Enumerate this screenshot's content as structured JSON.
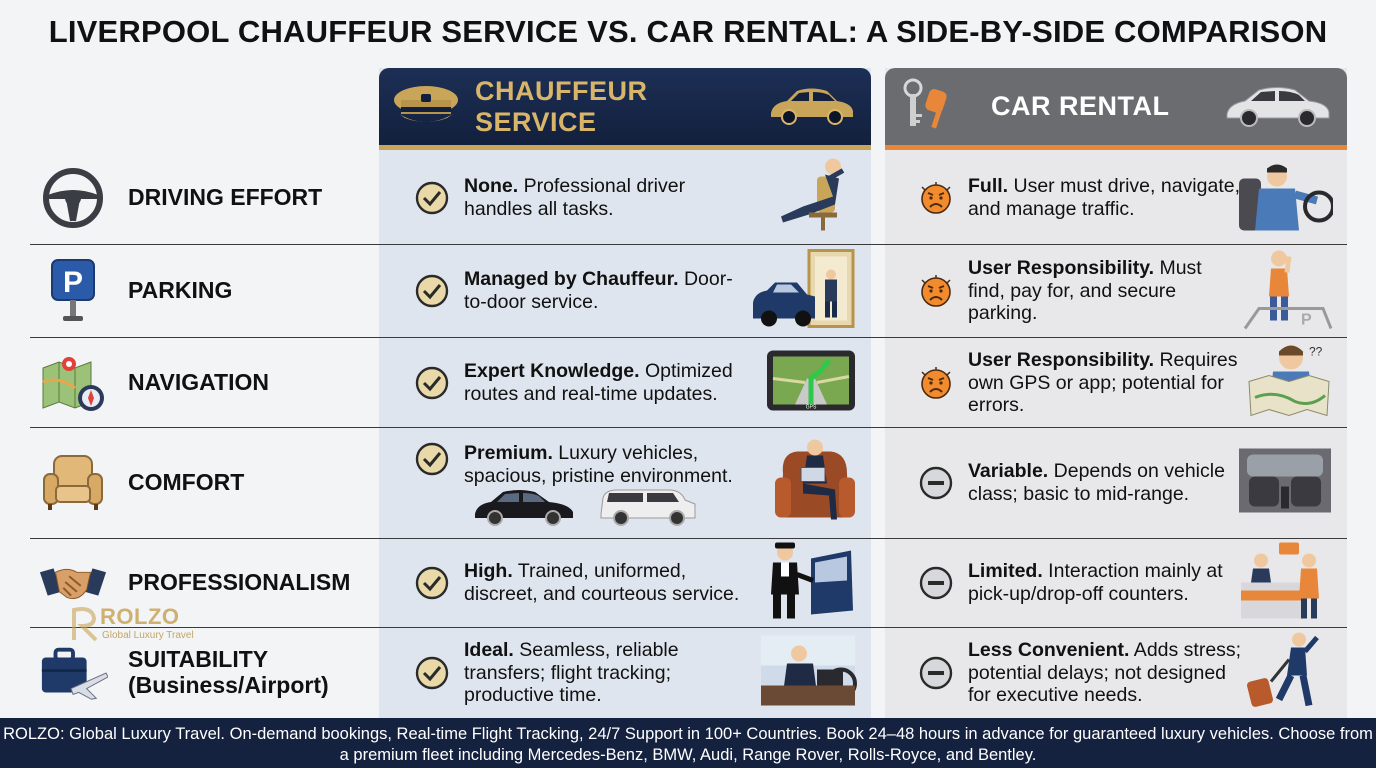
{
  "title": "LIVERPOOL CHAUFFEUR SERVICE VS. CAR RENTAL: A SIDE-BY-SIDE COMPARISON",
  "columns": {
    "chauffeur": {
      "label": "CHAUFFEUR SERVICE",
      "icon": "chauffeur-cap-icon",
      "accent": "#c9a55a"
    },
    "rental": {
      "label": "CAR RENTAL",
      "icon": "car-keys-icon",
      "accent": "#e8863a"
    }
  },
  "rows": [
    {
      "feature": "DRIVING EFFORT",
      "icon": "steering-wheel-icon",
      "chauffeur_bold": "None.",
      "chauffeur_text": " Professional driver handles all tasks.",
      "rental_bold": "Full.",
      "rental_text": " User must drive, navigate, and manage traffic.",
      "chauffeur_mark": "check",
      "rental_mark": "frown"
    },
    {
      "feature": "PARKING",
      "icon": "parking-sign-icon",
      "chauffeur_bold": "Managed by Chauffeur.",
      "chauffeur_text": " Door-to-door service.",
      "rental_bold": "User Responsibility.",
      "rental_text": " Must find, pay for, and secure parking.",
      "chauffeur_mark": "check",
      "rental_mark": "frown"
    },
    {
      "feature": "NAVIGATION",
      "icon": "map-compass-icon",
      "chauffeur_bold": "Expert Knowledge.",
      "chauffeur_text": " Optimized routes and real-time updates.",
      "rental_bold": "User Responsibility.",
      "rental_text": " Requires own GPS or app; potential for errors.",
      "chauffeur_mark": "check",
      "rental_mark": "frown"
    },
    {
      "feature": "COMFORT",
      "icon": "armchair-icon",
      "chauffeur_bold": "Premium.",
      "chauffeur_text": " Luxury vehicles, spacious, pristine environment.",
      "rental_bold": "Variable.",
      "rental_text": " Depends on vehicle class; basic to mid-range.",
      "chauffeur_mark": "check",
      "rental_mark": "minus"
    },
    {
      "feature": "PROFESSIONALISM",
      "icon": "handshake-icon",
      "chauffeur_bold": "High.",
      "chauffeur_text": " Trained, uniformed, discreet, and courteous service.",
      "rental_bold": "Limited.",
      "rental_text": " Interaction mainly at pick-up/drop-off counters.",
      "chauffeur_mark": "check",
      "rental_mark": "minus"
    },
    {
      "feature": "SUITABILITY",
      "feature_sub": "(Business/Airport)",
      "icon": "briefcase-plane-icon",
      "chauffeur_bold": "Ideal.",
      "chauffeur_text": " Seamless, reliable transfers; flight tracking; productive time.",
      "rental_bold": "Less Convenient.",
      "rental_text": " Adds stress; potential delays; not designed for executive needs.",
      "chauffeur_mark": "check",
      "rental_mark": "minus"
    }
  ],
  "watermark": {
    "brand": "ROLZO",
    "tagline": "Global Luxury Travel"
  },
  "footer": "ROLZO: Global Luxury Travel. On-demand bookings, Real-time Flight Tracking, 24/7 Support in 100+ Countries. Book 24–48 hours in advance for guaranteed luxury vehicles. Choose from a premium fleet including Mercedes-Benz, BMW, Audi, Range Rover, Rolls-Royce, and Bentley.",
  "colors": {
    "navy": "#15223f",
    "gold": "#c9a55a",
    "orange": "#e8863a",
    "grey": "#6b6c70"
  }
}
